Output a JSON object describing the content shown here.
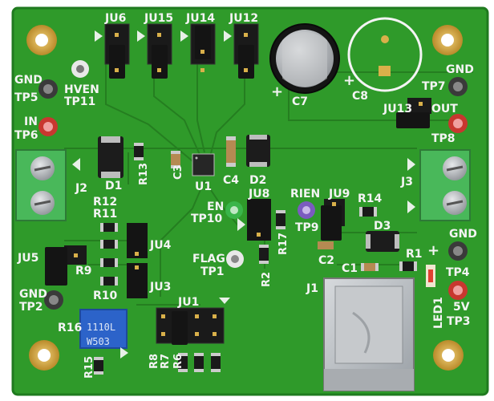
{
  "board": {
    "colors": {
      "pcb": "#2f9a2a",
      "pcb_edge": "#1f7a1f",
      "trace": "#267f22",
      "silk": "#f4f4f4",
      "pad_gold": "#d9b04a",
      "terminal_green": "#49b85a",
      "header_black": "#141414",
      "tp_red": "#c8372f",
      "tp_black": "#3a3a3a",
      "tp_green": "#3ab54a",
      "tp_purple": "#7b5bbf",
      "tp_white": "#e8e8e8",
      "trimpot_blue": "#2c63c9",
      "usb_metal": "#b8bcc0"
    },
    "test_points": [
      {
        "label": "GND",
        "sub": "TP5",
        "color": "black"
      },
      {
        "label": "HVEN",
        "sub": "TP11",
        "color": "white"
      },
      {
        "label": "IN",
        "sub": "TP6",
        "color": "red"
      },
      {
        "label": "GND",
        "sub": "TP7",
        "color": "black"
      },
      {
        "label": "OUT",
        "sub": "TP8",
        "color": "red"
      },
      {
        "label": "EN",
        "sub": "TP10",
        "color": "green"
      },
      {
        "label": "RIEN",
        "sub": "TP9",
        "color": "purple"
      },
      {
        "label": "FLAG",
        "sub": "TP1",
        "color": "white"
      },
      {
        "label": "GND",
        "sub": "TP2",
        "color": "black"
      },
      {
        "label": "GND",
        "sub": "TP4",
        "color": "black"
      },
      {
        "label": "5V",
        "sub": "TP3",
        "color": "red"
      }
    ],
    "jumpers": [
      "JU6",
      "JU15",
      "JU14",
      "JU12",
      "JU13",
      "JU8",
      "JU9",
      "JU5",
      "JU4",
      "JU3",
      "JU1"
    ],
    "connectors": [
      "J2",
      "J3",
      "J1"
    ],
    "capacitors": [
      "C3",
      "C4",
      "C7",
      "C8",
      "C2",
      "C1"
    ],
    "diodes": [
      "D1",
      "D2",
      "D3",
      "LED1"
    ],
    "resistors": [
      "R13",
      "R12",
      "R11",
      "R9",
      "R10",
      "R16",
      "R15",
      "R8",
      "R7",
      "R6",
      "R2",
      "R17",
      "R14",
      "R1"
    ],
    "ic": "U1",
    "trimpot_text": "W503",
    "trimpot_code": "1110L",
    "polarity": "+"
  }
}
